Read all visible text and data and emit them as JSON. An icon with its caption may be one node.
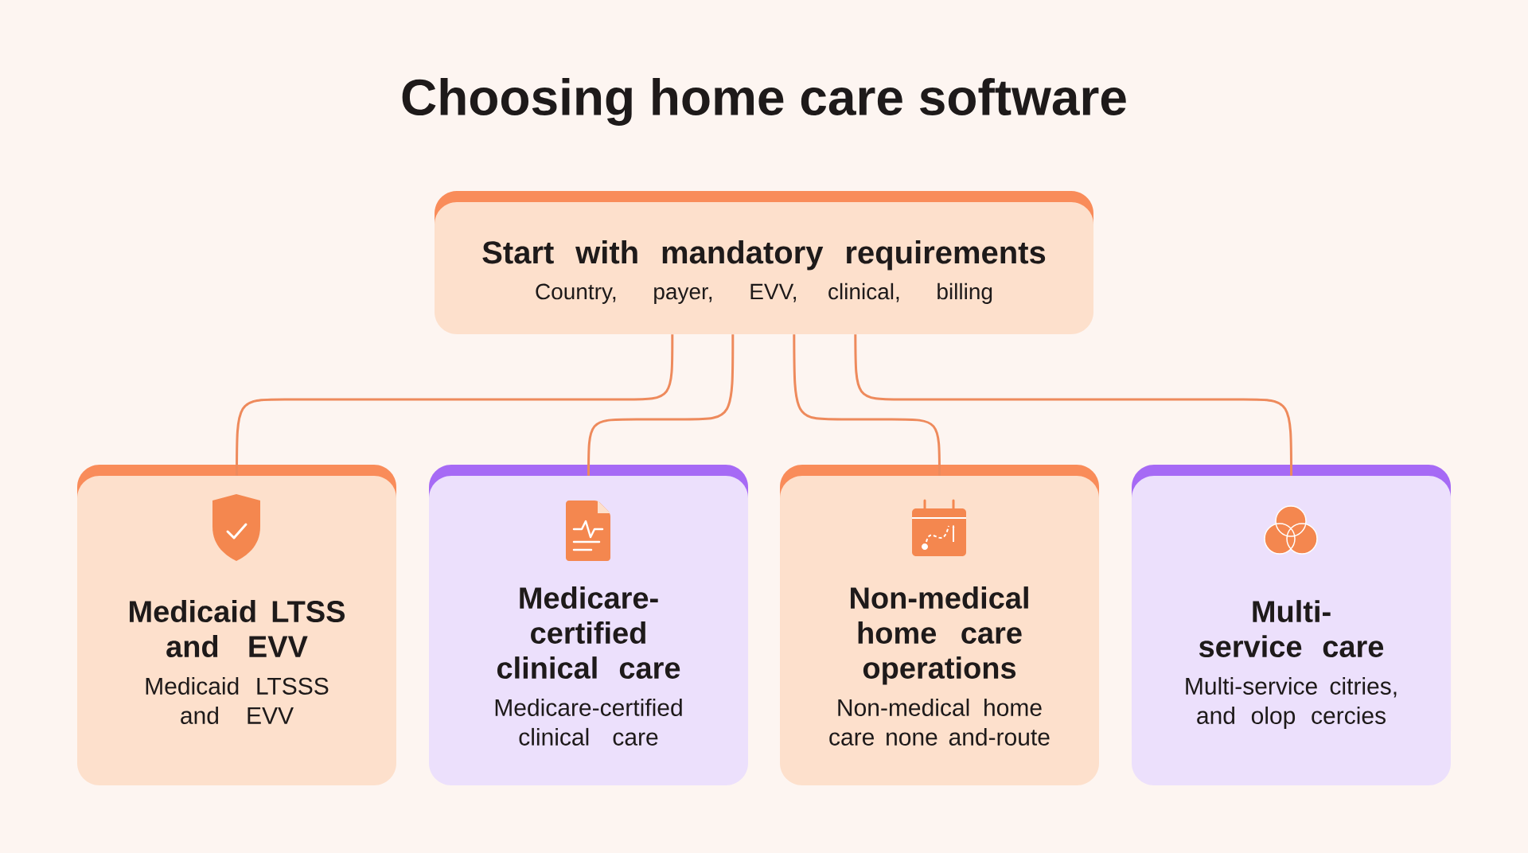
{
  "diagram": {
    "title": "Choosing home care software",
    "nodes": [
      {
        "text": [
          "Start with mandatory requirements",
          "Country, payer, EVV, clinical, billing"
        ]
      },
      {
        "text": [
          "Medicaid LTSS and EVV",
          "Medicaid LTSSS and EVV"
        ]
      },
      {
        "text": [
          "Medicare-certified clinical care",
          "Medicare-certified clinical care"
        ]
      },
      {
        "text": [
          "Non-medical home care operations",
          "Non-medical home care none and-route"
        ]
      },
      {
        "text": [
          "Multi-service care",
          "Multi-service citries, and olop cercies"
        ]
      }
    ],
    "edges": [
      {
        "from": 0,
        "to": 1,
        "arrow": "none"
      },
      {
        "from": 0,
        "to": 2,
        "arrow": "none"
      },
      {
        "from": 0,
        "to": 3,
        "arrow": "none"
      },
      {
        "from": 0,
        "to": 4,
        "arrow": "none"
      }
    ]
  }
}
